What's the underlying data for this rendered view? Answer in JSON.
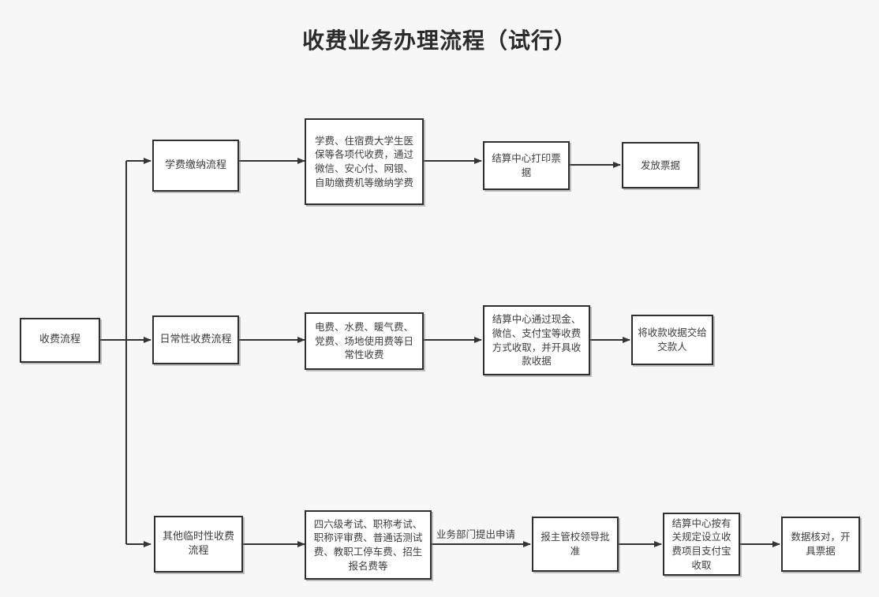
{
  "title": "收费业务办理流程（试行）",
  "colors": {
    "background": "#f7f7f7",
    "node_fill": "#ffffff",
    "node_border": "#2f2f2f",
    "text": "#3c3c3c",
    "title_text": "#2b2b2b",
    "edge": "#333333"
  },
  "nodes": {
    "root": "收费流程",
    "branch1": "学费缴纳流程",
    "branch1_step1": "学费、住宿费大学生医保等各项代收费，通过微信、安心付、网银、自助缴费机等缴纳学费",
    "branch1_step2": "结算中心打印票据",
    "branch1_step3": "发放票据",
    "branch2": "日常性收费流程",
    "branch2_step1": "电费、水费、暖气费、党费、场地使用费等日常性收费",
    "branch2_step2": "结算中心通过现金、微信、支付宝等收费方式收取，并开具收款收据",
    "branch2_step3": "将收款收据交给交款人",
    "branch3": "其他临时性收费流程",
    "branch3_step1": "四六级考试、职称考试、职称评审费、普通话测试费、教职工停车费、招生报名费等",
    "branch3_step2": "报主管校领导批准",
    "branch3_step3": "结算中心按有关规定设立收费项目支付宝收取",
    "branch3_step4": "数据核对，开具票据"
  },
  "edge_labels": {
    "apply": "业务部门提出申请"
  },
  "flow": {
    "type": "flowchart",
    "direction": "left-to-right",
    "branches": [
      {
        "name": "学费缴纳流程",
        "steps": [
          "学费、住宿费大学生医保等各项代收费，通过微信、安心付、网银、自助缴费机等缴纳学费",
          "结算中心打印票据",
          "发放票据"
        ]
      },
      {
        "name": "日常性收费流程",
        "steps": [
          "电费、水费、暖气费、党费、场地使用费等日常性收费",
          "结算中心通过现金、微信、支付宝等收费方式收取，并开具收款收据",
          "将收款收据交给交款人"
        ]
      },
      {
        "name": "其他临时性收费流程",
        "steps": [
          "四六级考试、职称考试、职称评审费、普通话测试费、教职工停车费、招生报名费等",
          "报主管校领导批准",
          "结算中心按有关规定设立收费项目支付宝收取",
          "数据核对，开具票据"
        ]
      }
    ]
  }
}
